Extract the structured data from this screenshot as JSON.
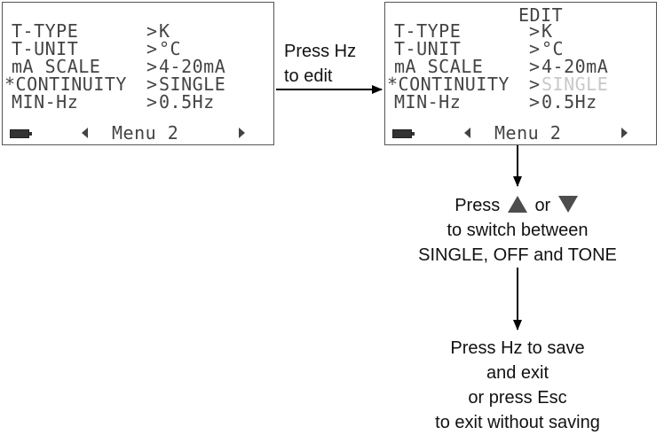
{
  "left_display": {
    "rows": [
      {
        "key": "T-TYPE",
        "sep": ">",
        "value": "K"
      },
      {
        "key": "T-UNIT",
        "sep": ">",
        "value": "°C"
      },
      {
        "key": "mA SCALE",
        "sep": ">",
        "value": "4-20mA"
      },
      {
        "key": "*CONTINUITY",
        "sep": ">",
        "value": "SINGLE"
      },
      {
        "key": "MIN-Hz",
        "sep": ">",
        "value": "0.5Hz"
      }
    ],
    "menu": "Menu 2"
  },
  "right_display": {
    "mode": "EDIT",
    "rows": [
      {
        "key": "T-TYPE",
        "sep": ">",
        "value": "K"
      },
      {
        "key": "T-UNIT",
        "sep": ">",
        "value": "°C"
      },
      {
        "key": "mA SCALE",
        "sep": ">",
        "value": "4-20mA"
      },
      {
        "key": "*CONTINUITY",
        "sep": ">",
        "value": "SINGLE"
      },
      {
        "key": "MIN-Hz",
        "sep": ">",
        "value": "0.5Hz"
      }
    ],
    "menu": "Menu 2",
    "highlighted_row": "*CONTINUITY"
  },
  "steps": {
    "edit": {
      "line1": "Press Hz",
      "line2": "to edit"
    },
    "switch": {
      "line1_prefix": "Press",
      "line1_or": "or",
      "line2": "to switch between",
      "line3": "SINGLE, OFF and TONE"
    },
    "save": {
      "line1": "Press Hz to save",
      "line2": "and exit",
      "line3": "or press Esc",
      "line4": "to exit without saving"
    }
  },
  "icons": {
    "up": "up-triangle-icon",
    "down": "down-triangle-icon",
    "battery": "battery-icon"
  },
  "colors": {
    "lcd_text": "#444444",
    "lcd_dim_text": "#c8c8c8",
    "arrow": "#000000",
    "triangle": "#4d4d4d"
  }
}
